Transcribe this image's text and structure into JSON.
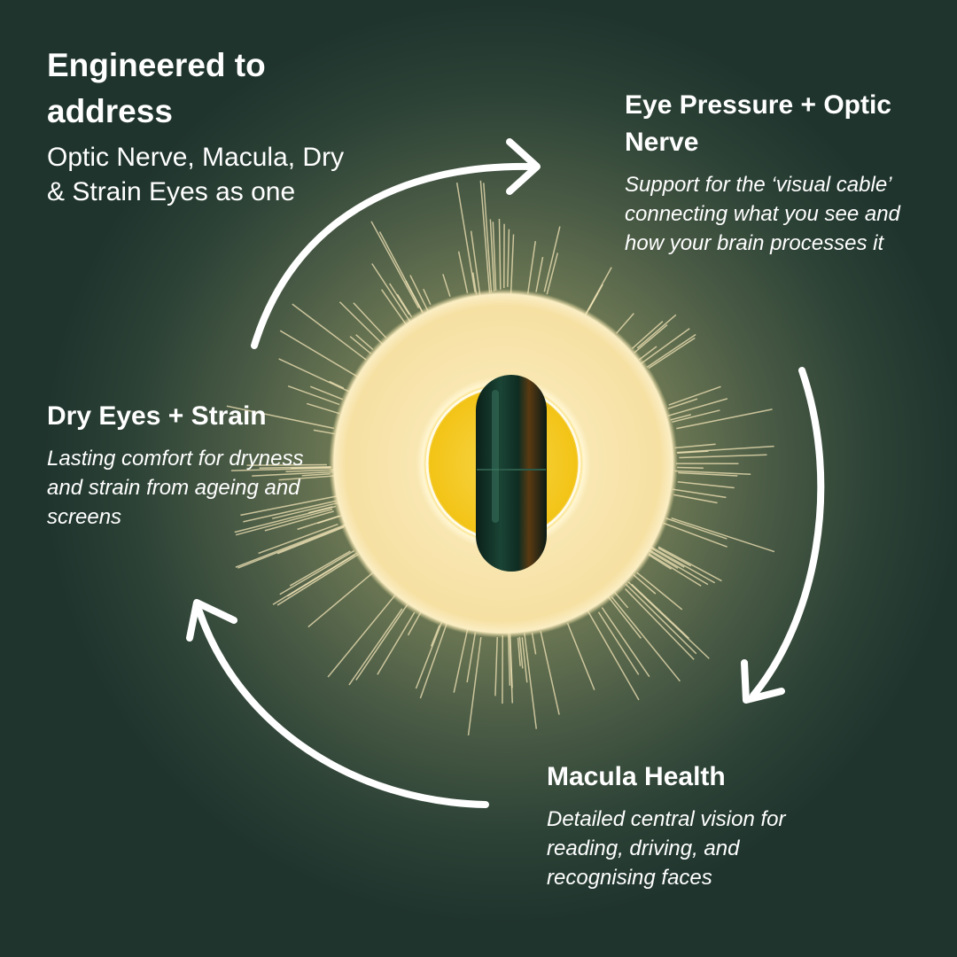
{
  "heading": "Engineered to address",
  "subheading": "Optic Nerve, Macula, Dry & Strain Eyes as one",
  "benefits": [
    {
      "title": "Eye Pressure + Optic Nerve",
      "body": "Support for the ‘visual cable’ connecting what you see and how your brain processes it"
    },
    {
      "title": "Macula Health",
      "body": "Detailed central vision for reading, driving, and recognising faces"
    },
    {
      "title": "Dry Eyes + Strain",
      "body": "Lasting comfort for dryness and strain from ageing and screens"
    }
  ],
  "colors": {
    "background": "#1f342d",
    "glow": "#f6e3a6",
    "core": "#f2c21a",
    "capsule": "#123227"
  }
}
